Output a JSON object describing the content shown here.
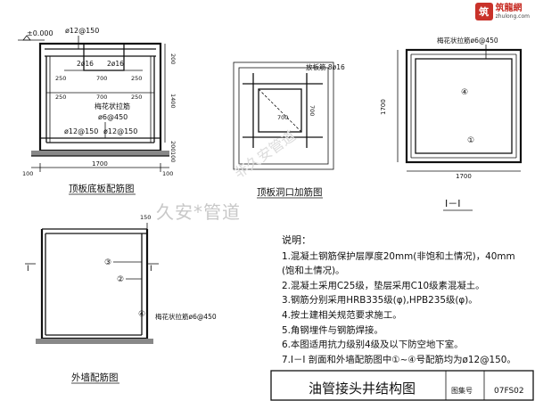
{
  "site": {
    "logo_glyph": "筑",
    "logo_name": "筑龍網",
    "logo_url_text": "zhulong.com"
  },
  "watermark": {
    "main": "久安*管道",
    "diag": "非久安管道"
  },
  "top_plan": {
    "elevation": "±0.000",
    "rebar_top": "ø12@150",
    "bar1": "2ø16",
    "bar2": "2ø16",
    "dim_250_l": "250",
    "dim_250_r": "250",
    "dim_700_top": "700",
    "dim_200_r": "200",
    "dim_1400": "1400",
    "dim_250_bl": "250",
    "dim_250_br": "250",
    "dim_700_bot": "700",
    "tie_label": "梅花状拉筋",
    "tie_spacing": "ø6@450",
    "rebar_bot_l": "ø12@150",
    "rebar_bot_r": "ø12@150",
    "dim_200_b": "200",
    "dim_100_b": "100",
    "dim_1700": "1700",
    "dim_100_l": "100",
    "dim_100_r": "100",
    "title": "顶板底板配筋图"
  },
  "opening_plan": {
    "reinforcement": "放板筋 8ø16",
    "dim_700_h": "700",
    "dim_700_v": "700",
    "title": "顶板洞口加筋图"
  },
  "section": {
    "tie_label": "梅花状拉筋ø6@450",
    "circ4": "④",
    "circ1": "①",
    "dim_1700_v": "1700",
    "dim_1700_h": "1700",
    "title": "I－I"
  },
  "wall": {
    "dim_150": "150",
    "marker_l": "I",
    "marker_r": "I",
    "circ3": "③",
    "circ2": "②",
    "circ4": "④",
    "tie_label": "梅花状拉筋ø6@450",
    "title": "外墙配筋图"
  },
  "notes": {
    "heading": "说明：",
    "items": [
      "1.混凝土钢筋保护层厚度20mm(非饱和土情况)，40mm",
      "(饱和土情况)。",
      "2.混凝土采用C25级，垫层采用C10级素混凝土。",
      "3.钢筋分别采用HRB335级(φ),HPB235级(φ)。",
      "4.按土建相关规范要求施工。",
      "5.角钢埋件与钢筋焊接。",
      "6.本图适用抗力级别4级及以下防空地下室。",
      "7.I－I 剖面和外墙配筋图中①~④号配筋均为ø12@150。"
    ]
  },
  "title_block": {
    "title": "油管接头井结构图",
    "sheet_label": "图集号",
    "sheet_no": "07FS02"
  }
}
